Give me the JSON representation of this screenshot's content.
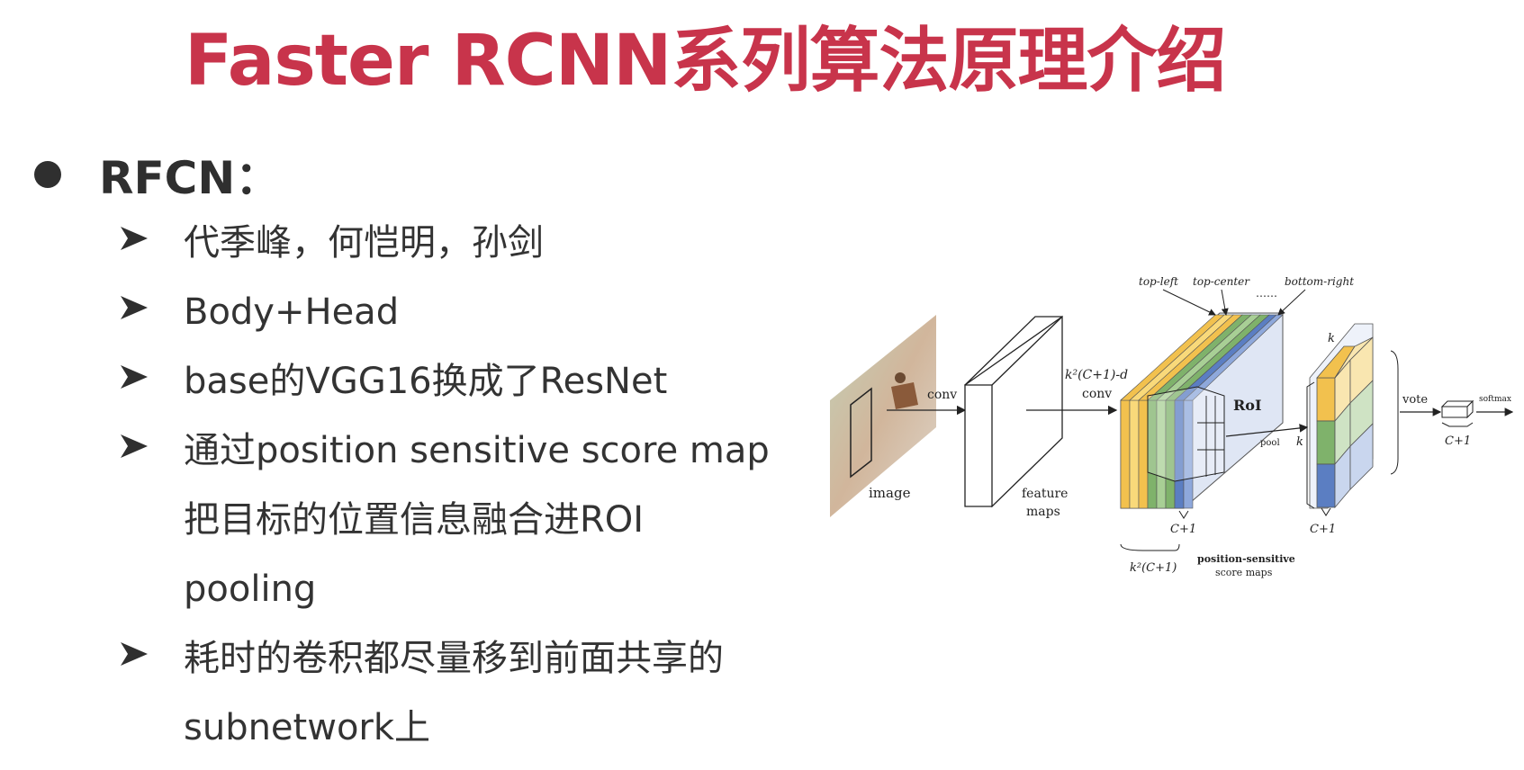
{
  "slide": {
    "title": "Faster RCNN系列算法原理介绍",
    "heading": "RFCN：",
    "bullets": [
      {
        "lines": [
          "代季峰，何恺明，孙剑"
        ]
      },
      {
        "lines": [
          "Body+Head"
        ]
      },
      {
        "lines": [
          "base的VGG16换成了ResNet"
        ]
      },
      {
        "lines": [
          "通过position sensitive score map",
          "把目标的位置信息融合进ROI",
          "pooling"
        ]
      },
      {
        "lines": [
          "耗时的卷积都尽量移到前面共享的",
          "subnetwork上"
        ]
      }
    ]
  },
  "diagram": {
    "labels": {
      "image": "image",
      "conv": "conv",
      "feature_maps_1": "feature",
      "feature_maps_2": "maps",
      "kc_conv_1": "k²(C+1)-d",
      "kc_conv_2": "conv",
      "top_left": "top-left",
      "top_center": "top-center",
      "dots": "……",
      "bottom_right": "bottom-right",
      "roi": "RoI",
      "pool": "pool",
      "c1_a": "C+1",
      "kc": "k²(C+1)",
      "ps_1": "position-sensitive",
      "ps_2": "score maps",
      "k_top": "k",
      "k_left": "k",
      "c1_b": "C+1",
      "vote": "vote",
      "softmax": "softmax",
      "c1_c": "C+1"
    },
    "colors": {
      "yellow": "#f2c14e",
      "green": "#7fb26b",
      "blue": "#5b7ec2",
      "yellow_light": "#f9e6b0",
      "green_light": "#cfe3c4",
      "blue_light": "#c9d6ee",
      "pale_blue": "#dfe6f4"
    }
  }
}
